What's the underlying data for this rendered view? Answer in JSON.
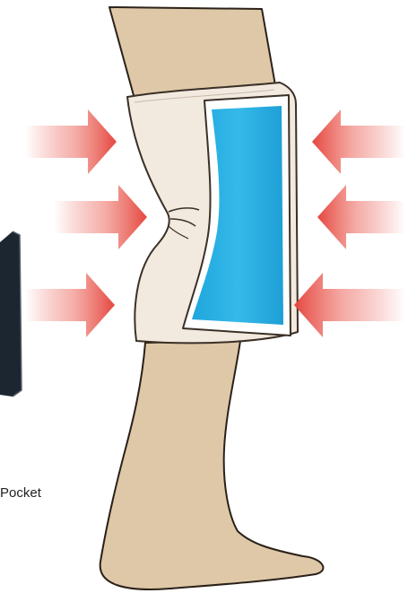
{
  "diagram": {
    "caption": "Pocket",
    "colors": {
      "skin": "#dfc8a8",
      "skin_outline": "#2a2118",
      "sleeve": "#f2e9df",
      "sleeve_outline": "#3a3026",
      "pocket_rim": "#ffffff",
      "gel_pack": "#29b1e3",
      "arrow_core": "#e8514a",
      "device_dark": "#1c2630"
    },
    "arrows": {
      "left": {
        "count": 3,
        "direction": "right"
      },
      "right": {
        "count": 3,
        "direction": "left"
      }
    },
    "icons": [
      "compression-arrow-icon",
      "ice-pack-icon",
      "sleeve-icon"
    ]
  }
}
